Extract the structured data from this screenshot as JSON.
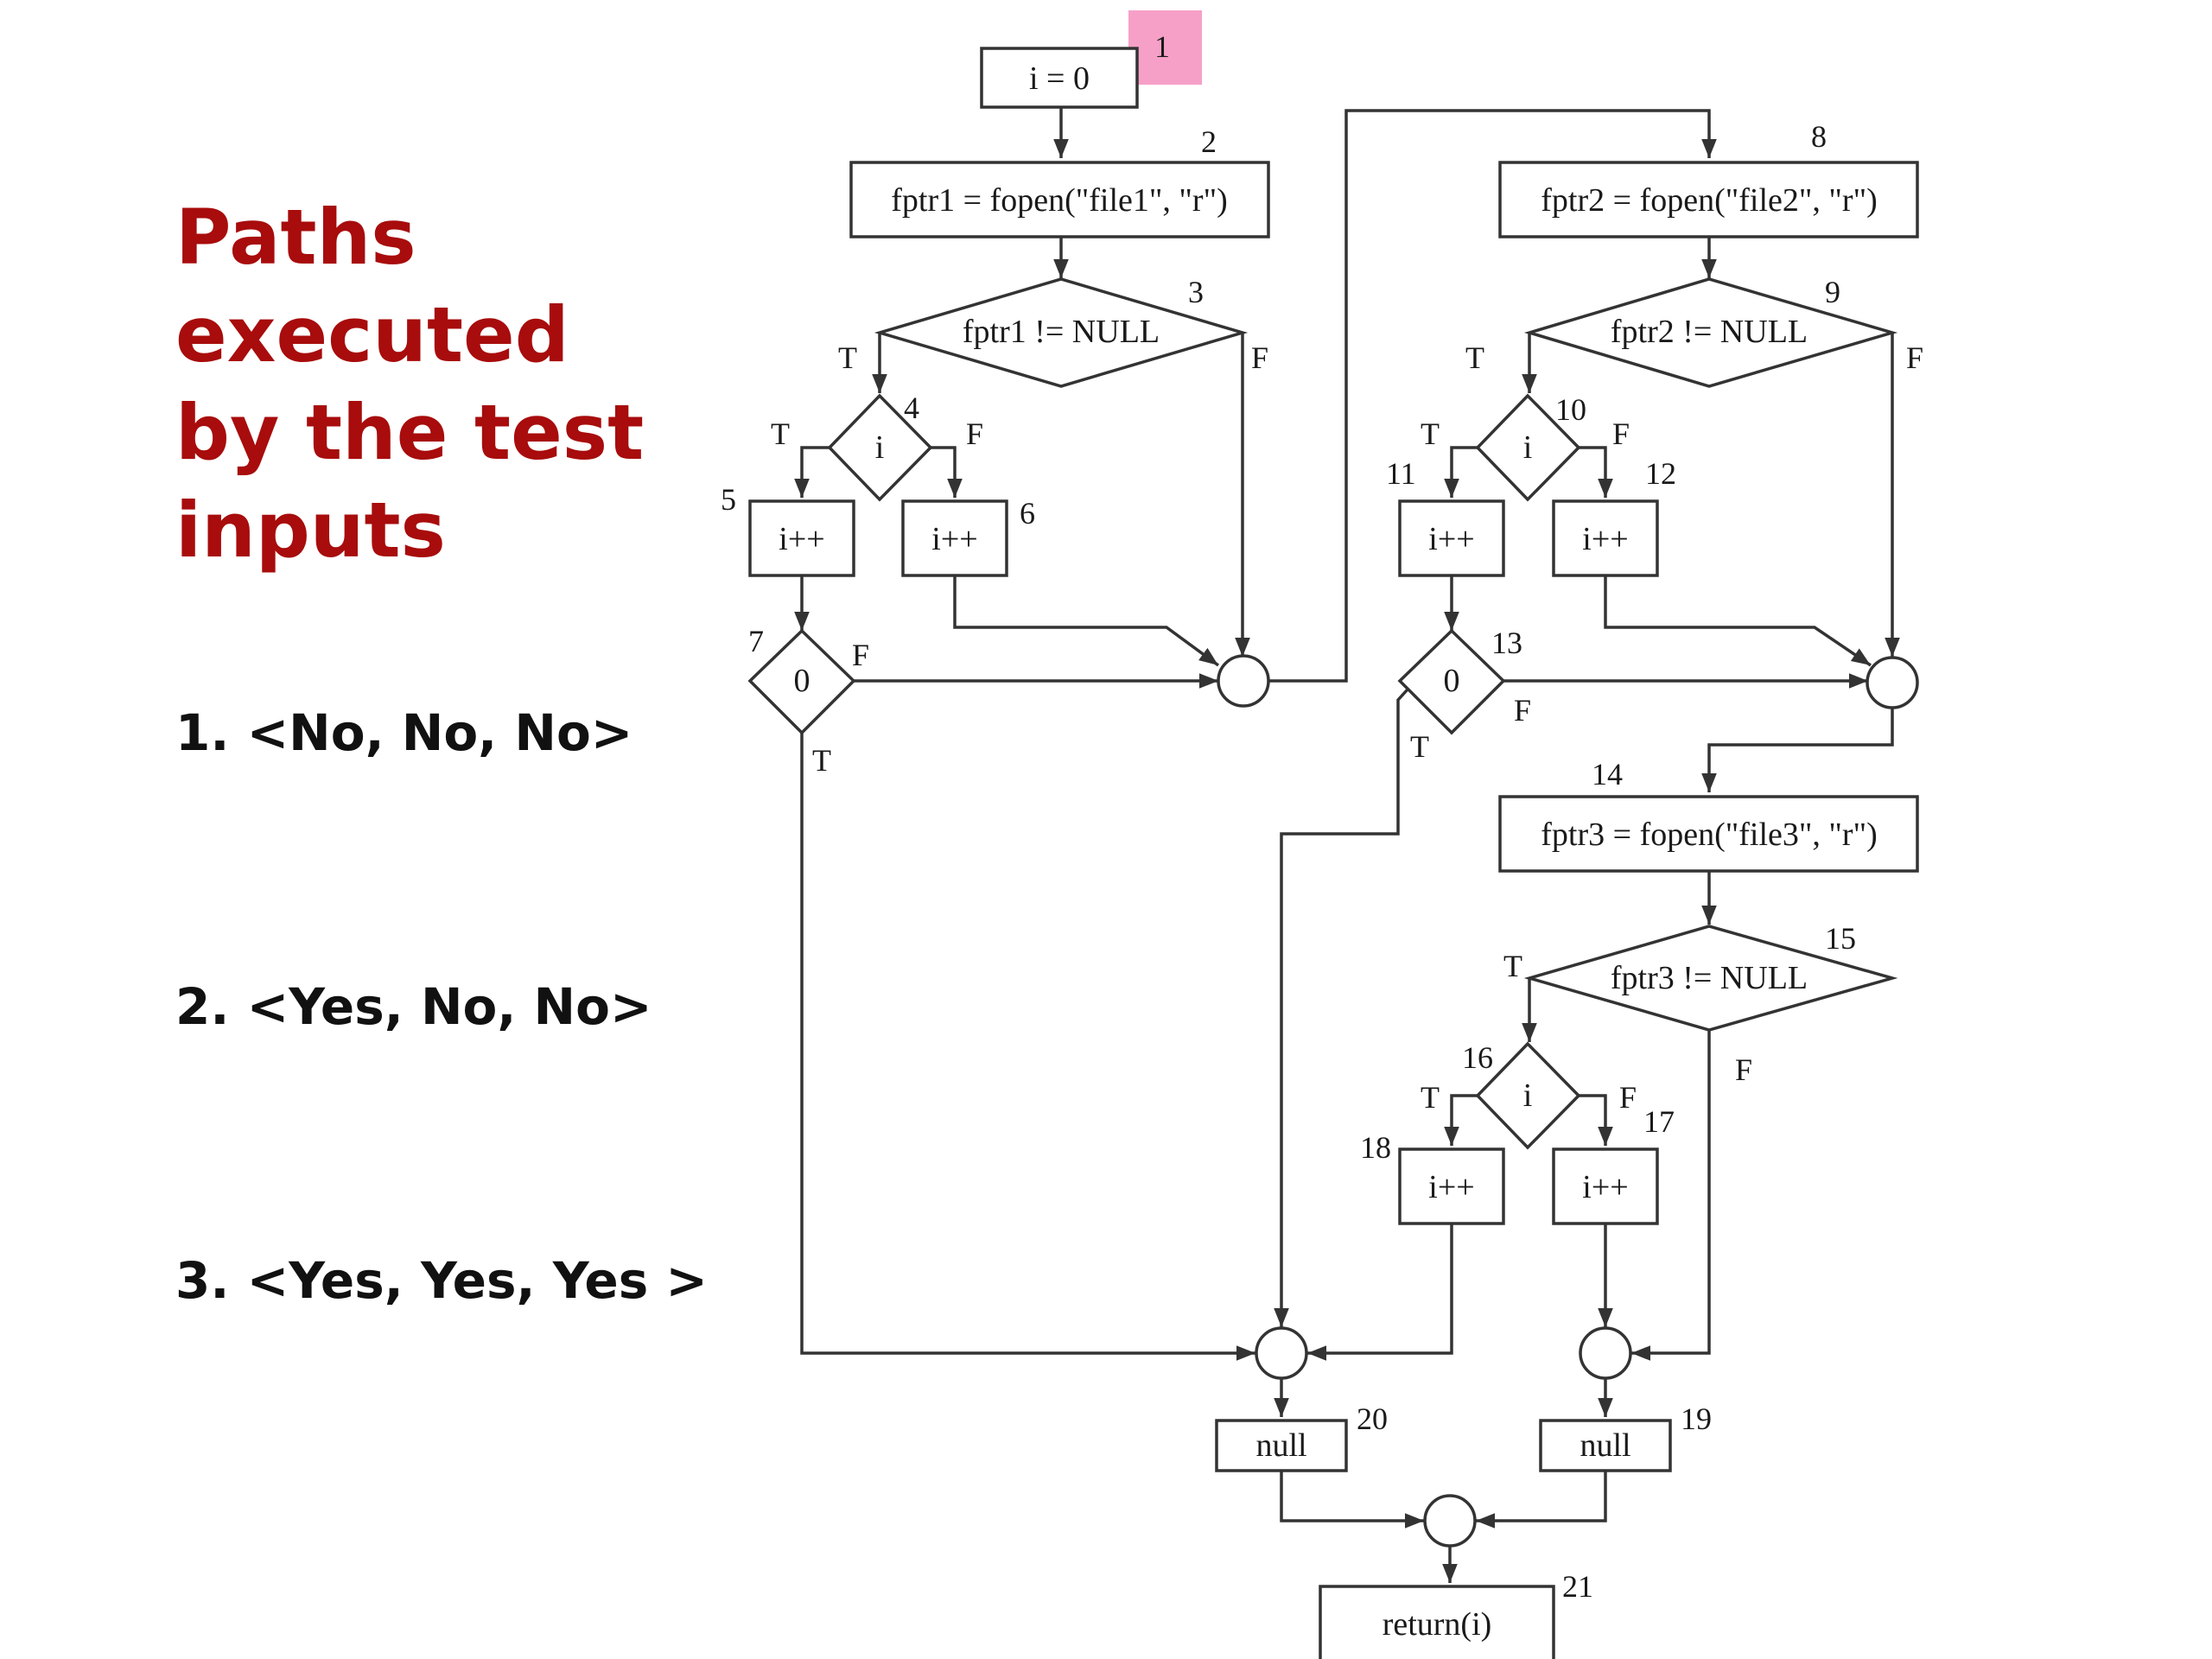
{
  "heading": {
    "lines": [
      "Paths",
      "executed",
      "by the test",
      "inputs"
    ]
  },
  "test_inputs": [
    "1. <No, No, No>",
    "2. <Yes, No, No>",
    "3. <Yes, Yes, Yes >"
  ],
  "colors": {
    "heading": "#a80c0c",
    "highlight": "#f6a0c8",
    "stroke": "#333333"
  },
  "flowchart": {
    "nodes": {
      "n1": {
        "text": "i = 0",
        "num": "1"
      },
      "n2": {
        "text": "fptr1 = fopen(\"file1\", \"r\")",
        "num": "2"
      },
      "n3": {
        "text": "fptr1 != NULL",
        "num": "3"
      },
      "n4": {
        "text": "i",
        "num": "4"
      },
      "n5": {
        "text": "i++",
        "num": "5"
      },
      "n6": {
        "text": "i++",
        "num": "6"
      },
      "n7": {
        "text": "0",
        "num": "7"
      },
      "n8": {
        "text": "fptr2 = fopen(\"file2\", \"r\")",
        "num": "8"
      },
      "n9": {
        "text": "fptr2 != NULL",
        "num": "9"
      },
      "n10": {
        "text": "i",
        "num": "10"
      },
      "n11": {
        "text": "i++",
        "num": "11"
      },
      "n12": {
        "text": "i++",
        "num": "12"
      },
      "n13": {
        "text": "0",
        "num": "13"
      },
      "n14": {
        "text": "fptr3 = fopen(\"file3\", \"r\")",
        "num": "14"
      },
      "n15": {
        "text": "fptr3 != NULL",
        "num": "15"
      },
      "n16": {
        "text": "i",
        "num": "16"
      },
      "n17": {
        "text": "i++",
        "num": "17"
      },
      "n18": {
        "text": "i++",
        "num": "18"
      },
      "n19": {
        "text": "null",
        "num": "19"
      },
      "n20": {
        "text": "null",
        "num": "20"
      },
      "n21": {
        "text": "return(i)",
        "num": "21"
      }
    },
    "branch_true": "T",
    "branch_false": "F"
  }
}
